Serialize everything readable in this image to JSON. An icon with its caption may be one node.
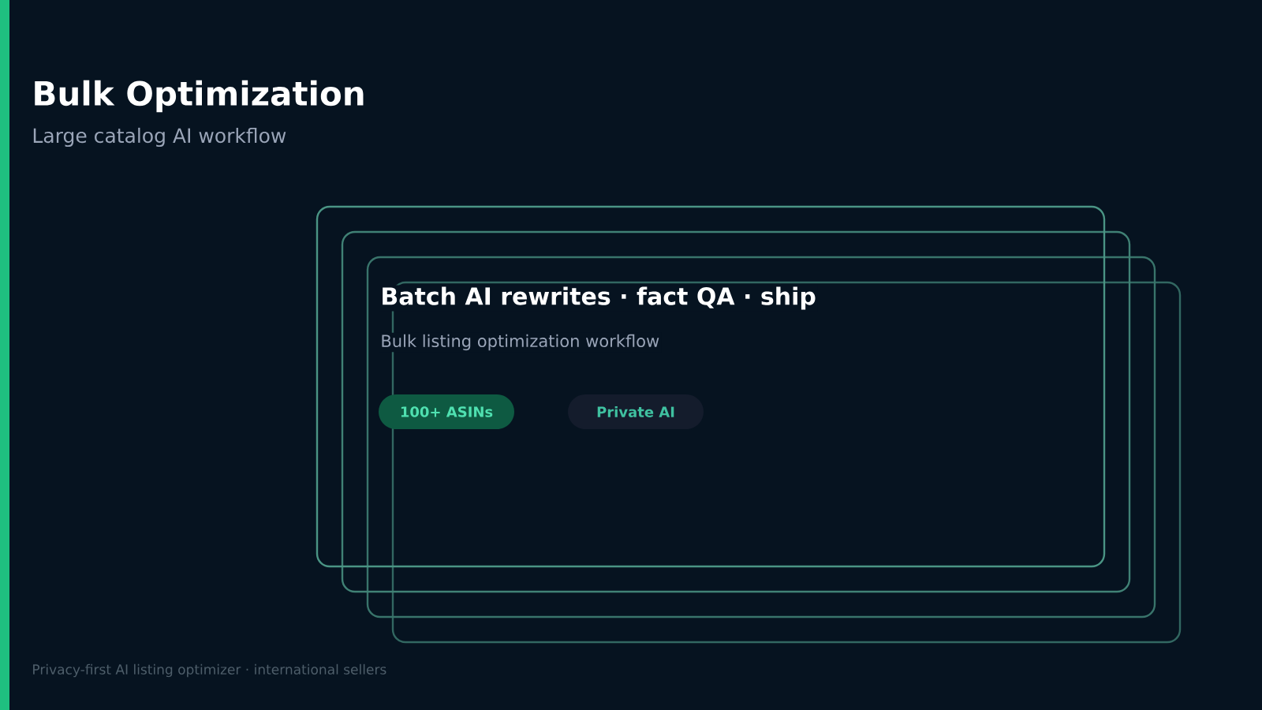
{
  "diagram": {
    "title": "Bulk Optimization",
    "caption": "Large catalog AI workflow",
    "nodes": [
      {
        "text": [
          "Batch AI rewrites · fact QA · ship",
          "Bulk listing optimization workflow"
        ]
      },
      {
        "text": [
          "100+ ASINs"
        ],
        "in": 0
      },
      {
        "text": [
          "Private AI"
        ],
        "in": 0
      }
    ],
    "labels": [
      "Privacy-first AI listing optimizer · international sellers"
    ]
  }
}
